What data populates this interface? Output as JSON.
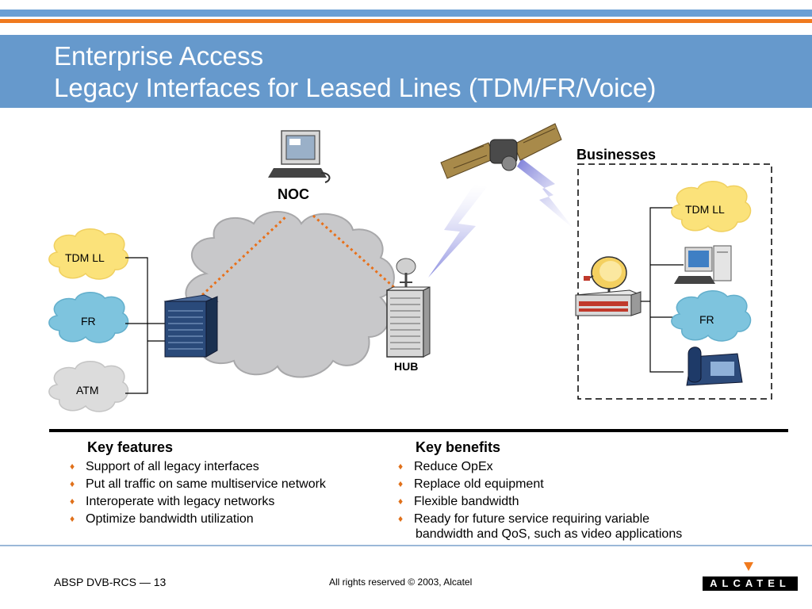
{
  "header": {
    "title_line1": "Enterprise Access",
    "title_line2": "Legacy Interfaces for Leased Lines (TDM/FR/Voice)"
  },
  "diagram": {
    "noc_label": "NOC",
    "hub_label": "HUB",
    "businesses_label": "Businesses",
    "left_clouds": [
      {
        "label": "TDM LL",
        "color": "#fbe27a"
      },
      {
        "label": "FR",
        "color": "#7ec4de"
      },
      {
        "label": "ATM",
        "color": "#dcdcdc"
      }
    ],
    "right_clouds": [
      {
        "label": "TDM LL",
        "color": "#fbe27a"
      },
      {
        "label": "FR",
        "color": "#7ec4de"
      }
    ],
    "icons": [
      "computer-icon",
      "satellite-icon",
      "hub-rack-icon",
      "switch-rack-icon",
      "satellite-dish-icon",
      "desktop-computer-icon",
      "telephone-icon",
      "terminal-router-icon"
    ]
  },
  "features": {
    "title": "Key features",
    "items": [
      "Support of all legacy interfaces",
      "Put all traffic on same multiservice network",
      "Interoperate with legacy networks",
      "Optimize bandwidth utilization"
    ]
  },
  "benefits": {
    "title": "Key benefits",
    "items": [
      "Reduce OpEx",
      "Replace old equipment",
      "Flexible bandwidth",
      "Ready for future service requiring variable",
      "bandwidth and QoS, such as video applications"
    ]
  },
  "footer": {
    "left": "ABSP DVB-RCS — 13",
    "center": "All rights reserved © 2003, Alcatel",
    "logo": "ALCATEL"
  },
  "colors": {
    "title_band": "#6699cc",
    "accent_orange": "#f07a1e",
    "bullet": "#e0701a"
  }
}
